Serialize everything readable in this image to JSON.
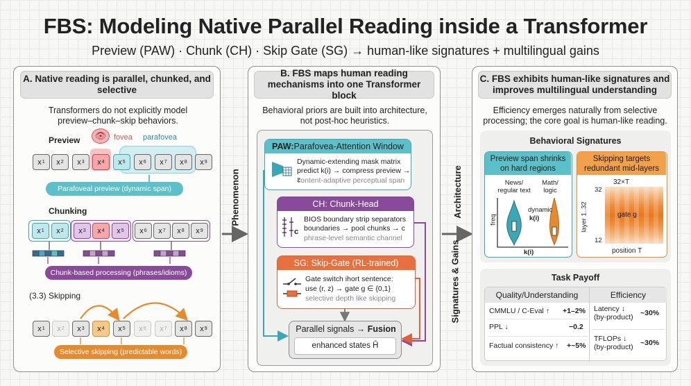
{
  "title": "FBS: Modeling Native Parallel Reading inside a Transformer",
  "subtitle": "Preview (PAW) · Chunk (CH) · Skip Gate (SG) → human-like signatures + multilingual gains",
  "colors": {
    "teal": "#3aa8b4",
    "purple": "#8a4a9c",
    "orange": "#e68a2e",
    "red": "#d9534f",
    "gray_panel": "#e2e2e2"
  },
  "panel_a": {
    "header": "A. Native reading is parallel, chunked, and selective",
    "intro": "Transformers do not explicitly model preview–chunk–skip behaviors.",
    "preview_label": "Preview",
    "fovea_label": "fovea",
    "parafovea_label": "parafovea",
    "preview_pill": "Parafoveal preview (dynamic span)",
    "chunking_label": "Chunking",
    "chunking_pill": "Chunk-based processing (phrases/idioms)",
    "skipping_label": "(3.3) Skipping",
    "skipping_pill": "Selective skipping (predictable words)",
    "tokens": [
      "x",
      "x",
      "x",
      "x",
      "x",
      "x",
      "x",
      "x",
      "x"
    ],
    "subs": [
      "1",
      "2",
      "3",
      "4",
      "5",
      "6",
      "7",
      "8",
      "9"
    ]
  },
  "arrows": {
    "phenomenon": "Phenomenon",
    "architecture": "Architecture",
    "signatures": "Signatures & Gains"
  },
  "panel_b": {
    "header": "B. FBS maps human reading mechanisms into one Transformer block",
    "intro": "Behavioral priors are built into architecture, not post-hoc heuristics.",
    "paw": {
      "title_bold": "PAW:",
      "title_rest": " Parafovea-Attention Window",
      "line1": "Dynamic-extending mask matrix",
      "line2": "predict k(i) → compress preview → z",
      "line3": "content-adaptive perceptual span"
    },
    "ch": {
      "title": "CH: Chunk-Head",
      "line1": "BIOS boundary strip separators",
      "line2": "boundaries → pool chunks → c",
      "line3": "phrase-level semantic channel",
      "icon_letter": "c"
    },
    "sg": {
      "title": "SG: Skip-Gate (RL-trained)",
      "line1": "Gate switch ihort sentence:",
      "line2": "use (r, z) → gate g ∈ {0,1}",
      "line3": "selective depth like skipping"
    },
    "fusion": {
      "title_plain": "Parallel signals → ",
      "title_bold": "Fusion",
      "line": "enhanced states Ĥ"
    }
  },
  "panel_c": {
    "header": "C. FBS exhibits human-like signatures and improves multilingual understanding",
    "intro": "Efficiency emerges naturally from selective processing; the core goal is human-like reading.",
    "sig_title": "Behavioral Signatures",
    "card1": {
      "title": "Preview span shrinks on hard regions",
      "news": "News/ regular text",
      "math": "Math/ logic",
      "dynamic": "dynamic",
      "k": "k(i)",
      "freq": "freq",
      "xaxis": "k(i)"
    },
    "card2": {
      "title": "Skipping targets redundant mid-layers",
      "top": "32×T",
      "y32": "32",
      "y12": "12",
      "ylabel": "layer 1..32",
      "gate": "gate g",
      "xlabel": "position T"
    },
    "payoff_title": "Task Payoff",
    "quality_header": "Quality/Understanding",
    "efficiency_header": "Efficiency",
    "quality_rows": [
      {
        "metric": "CMMLU / C-Eval ↑",
        "value": "+1–2%"
      },
      {
        "metric": "PPL ↓",
        "value": "−0.2"
      },
      {
        "metric": "Factual consistency ↑",
        "value": "+~5%"
      }
    ],
    "efficiency_rows": [
      {
        "metric": "Latency ↓ (by-product)",
        "value": "~30%"
      },
      {
        "metric": "TFLOPs ↓ (by-product)",
        "value": "~30%"
      }
    ]
  }
}
